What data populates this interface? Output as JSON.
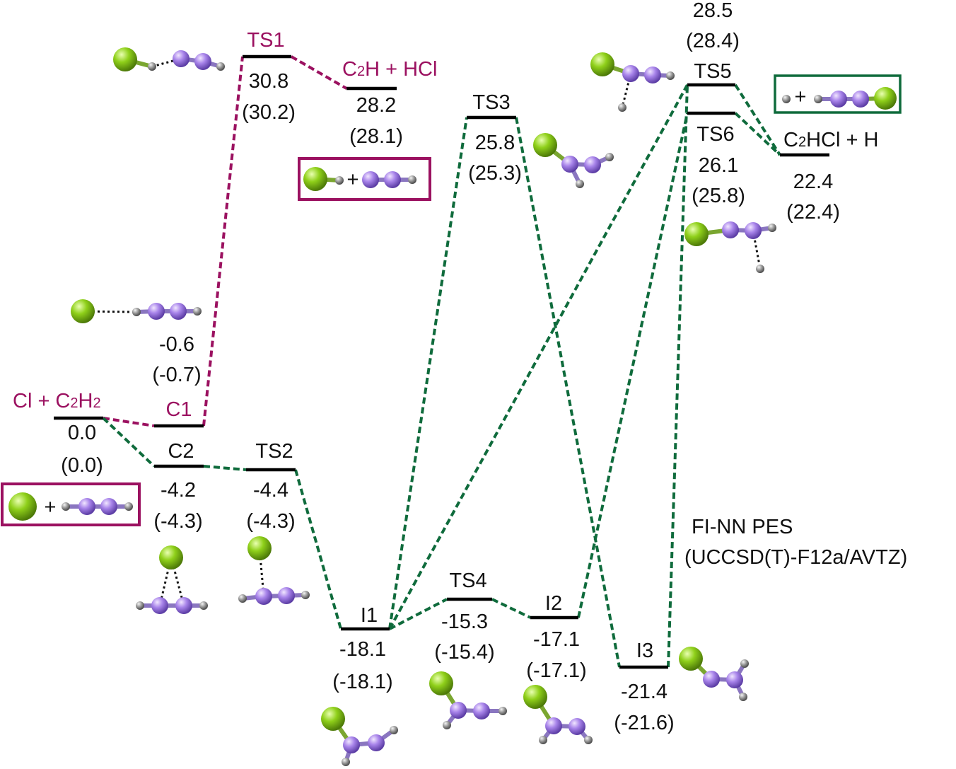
{
  "colors": {
    "cl_atom": "#8fd01a",
    "c_atom": "#9c7be0",
    "h_atom": "#8a8a8a",
    "path_magenta": "#9b1160",
    "path_green": "#0f6b3c",
    "level": "#000000",
    "text": "#111111"
  },
  "states": {
    "reactants": {
      "name_a": "Cl + C",
      "name_sub": "2",
      "name_b": "H",
      "name_sub2": "2",
      "energy": "0.0",
      "energy_alt": "(0.0)"
    },
    "c1": {
      "name": "C1",
      "energy": "-0.6",
      "energy_alt": "(-0.7)"
    },
    "ts1": {
      "name": "TS1",
      "energy": "30.8",
      "energy_alt": "(30.2)"
    },
    "c2h_hcl": {
      "name_a": "C",
      "name_sub": "2",
      "name_b": "H + HCl",
      "energy": "28.2",
      "energy_alt": "(28.1)"
    },
    "c2": {
      "name": "C2",
      "energy": "-4.2",
      "energy_alt": "(-4.3)"
    },
    "ts2": {
      "name": "TS2",
      "energy": "-4.4",
      "energy_alt": "(-4.3)"
    },
    "i1": {
      "name": "I1",
      "energy": "-18.1",
      "energy_alt": "(-18.1)"
    },
    "ts3": {
      "name": "TS3",
      "energy": "25.8",
      "energy_alt": "(25.3)"
    },
    "ts4": {
      "name": "TS4",
      "energy": "-15.3",
      "energy_alt": "(-15.4)"
    },
    "i2": {
      "name": "I2",
      "energy": "-17.1",
      "energy_alt": "(-17.1)"
    },
    "i3": {
      "name": "I3",
      "energy": "-21.4",
      "energy_alt": "(-21.6)"
    },
    "ts5": {
      "name": "TS5",
      "energy": "28.5",
      "energy_alt": "(28.4)"
    },
    "ts6": {
      "name": "TS6",
      "energy": "26.1",
      "energy_alt": "(25.8)"
    },
    "c2hcl_h": {
      "name_a": "C",
      "name_sub": "2",
      "name_b": "HCl + H",
      "energy": "22.4",
      "energy_alt": "(22.4)"
    }
  },
  "annotation": {
    "line1": "FI-NN PES",
    "line2": "(UCCSD(T)-F12a/AVTZ)"
  },
  "plus_sign": "+"
}
